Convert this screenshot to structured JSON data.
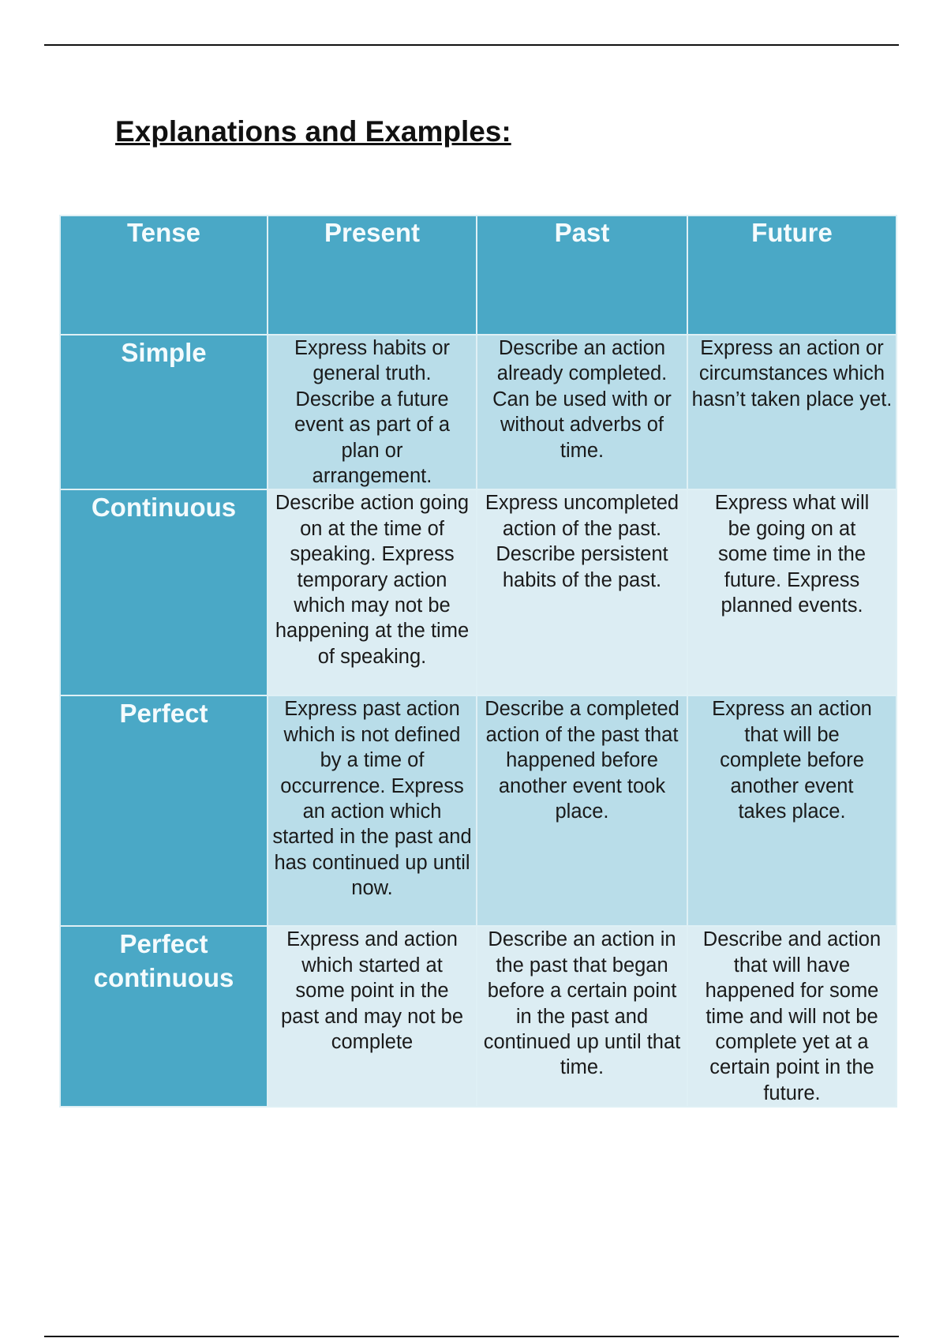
{
  "title": "Explanations and Examples:",
  "table": {
    "headers": [
      "Tense",
      "Present",
      "Past",
      "Future"
    ],
    "rows": [
      {
        "tense": "Simple",
        "present": "Express habits or general truth. Describe a future event as part of a plan or arrangement.",
        "past": "Describe an action already completed. Can be used with or without adverbs of time.",
        "future": "Express an action or circumstances which hasn’t taken place yet."
      },
      {
        "tense": "Continuous",
        "present": "Describe action going on at the time of speaking. Express temporary action which may not be happening at the time of speaking.",
        "past": "Express uncompleted action of the past. Describe persistent habits of the past.",
        "future": "Express what will be going on at some time in the future. Express planned events."
      },
      {
        "tense": "Perfect",
        "present": "Express past action which is not defined by a time of occurrence. Express an action which started in the past and has continued up until now.",
        "past": "Describe a completed action of the past that happened before another event took place.",
        "future": "Express an action that will be complete before another event takes place."
      },
      {
        "tense": "Perfect continuous",
        "present": "Express and action which started at some point in the past and may not be complete",
        "past": "Describe an action in the past that began before a certain point in the past and continued up until that time.",
        "future": "Describe and action that will have happened for some time and will not be complete yet at a certain point in the future."
      }
    ]
  }
}
